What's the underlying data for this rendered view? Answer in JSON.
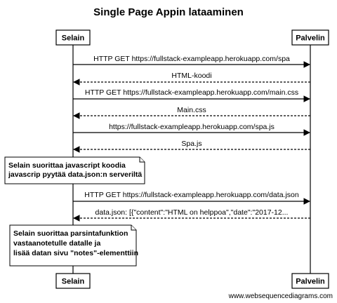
{
  "diagram": {
    "title": "Single Page Appin lataaminen",
    "participants": [
      {
        "id": "selain",
        "label": "Selain"
      },
      {
        "id": "palvelin",
        "label": "Palvelin"
      }
    ],
    "messages": [
      {
        "from": "selain",
        "to": "palvelin",
        "style": "solid",
        "label": "HTTP GET https://fullstack-exampleapp.herokuapp.com/spa"
      },
      {
        "from": "palvelin",
        "to": "selain",
        "style": "dashed",
        "label": "HTML-koodi"
      },
      {
        "from": "selain",
        "to": "palvelin",
        "style": "solid",
        "label": "HTTP GET https://fullstack-exampleapp.herokuapp.com/main.css"
      },
      {
        "from": "palvelin",
        "to": "selain",
        "style": "dashed",
        "label": "Main.css"
      },
      {
        "from": "selain",
        "to": "palvelin",
        "style": "solid",
        "label": "https://fullstack-exampleapp.herokuapp.com/spa.js"
      },
      {
        "from": "palvelin",
        "to": "selain",
        "style": "dashed",
        "label": "Spa.js"
      },
      {
        "from": "selain",
        "to": "palvelin",
        "style": "solid",
        "label": "HTTP GET https://fullstack-exampleapp.herokuapp.com/data.json"
      },
      {
        "from": "palvelin",
        "to": "selain",
        "style": "dashed",
        "label": "data.json: [{\"content\":\"HTML on helppoa\",\"date\":\"2017-12..."
      }
    ],
    "notes": [
      {
        "over": "selain",
        "lines": [
          "Selain suorittaa javascript koodia",
          "javascrip pyytää data.json:n serveriltä"
        ]
      },
      {
        "over": "selain",
        "lines": [
          "Selain suorittaa parsintafunktion",
          "vastaanotetulle datalle ja",
          "lisää datan sivu \"notes\"-elementtiin"
        ]
      }
    ],
    "watermark": "www.websequencediagrams.com"
  }
}
